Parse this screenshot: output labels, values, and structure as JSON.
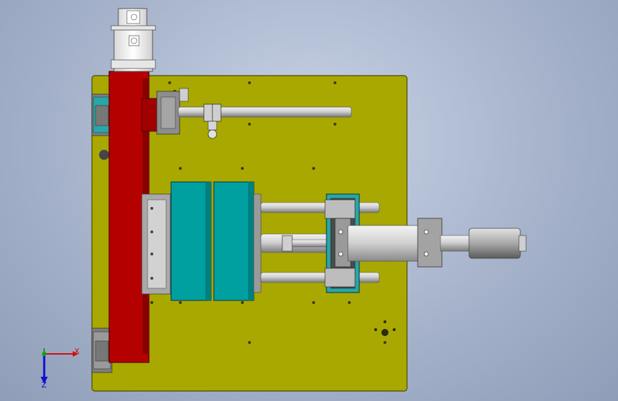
{
  "viewport": {
    "background_top": "#c9d3e6",
    "background_bottom": "#8f9db8"
  },
  "colors": {
    "base_plate": "#a8a800",
    "slide_rail": "#b50000",
    "mold_block": "#00a0a0",
    "bracket": "#2aa6a6",
    "steel": "#c8c8c8",
    "axis_x": "#d01010",
    "axis_y": "#10a010",
    "axis_z": "#1010d0"
  },
  "triad": {
    "x_label": "X",
    "z_label": "Z"
  },
  "icons": [
    "servo-motor",
    "coordinate-triad-icon"
  ]
}
